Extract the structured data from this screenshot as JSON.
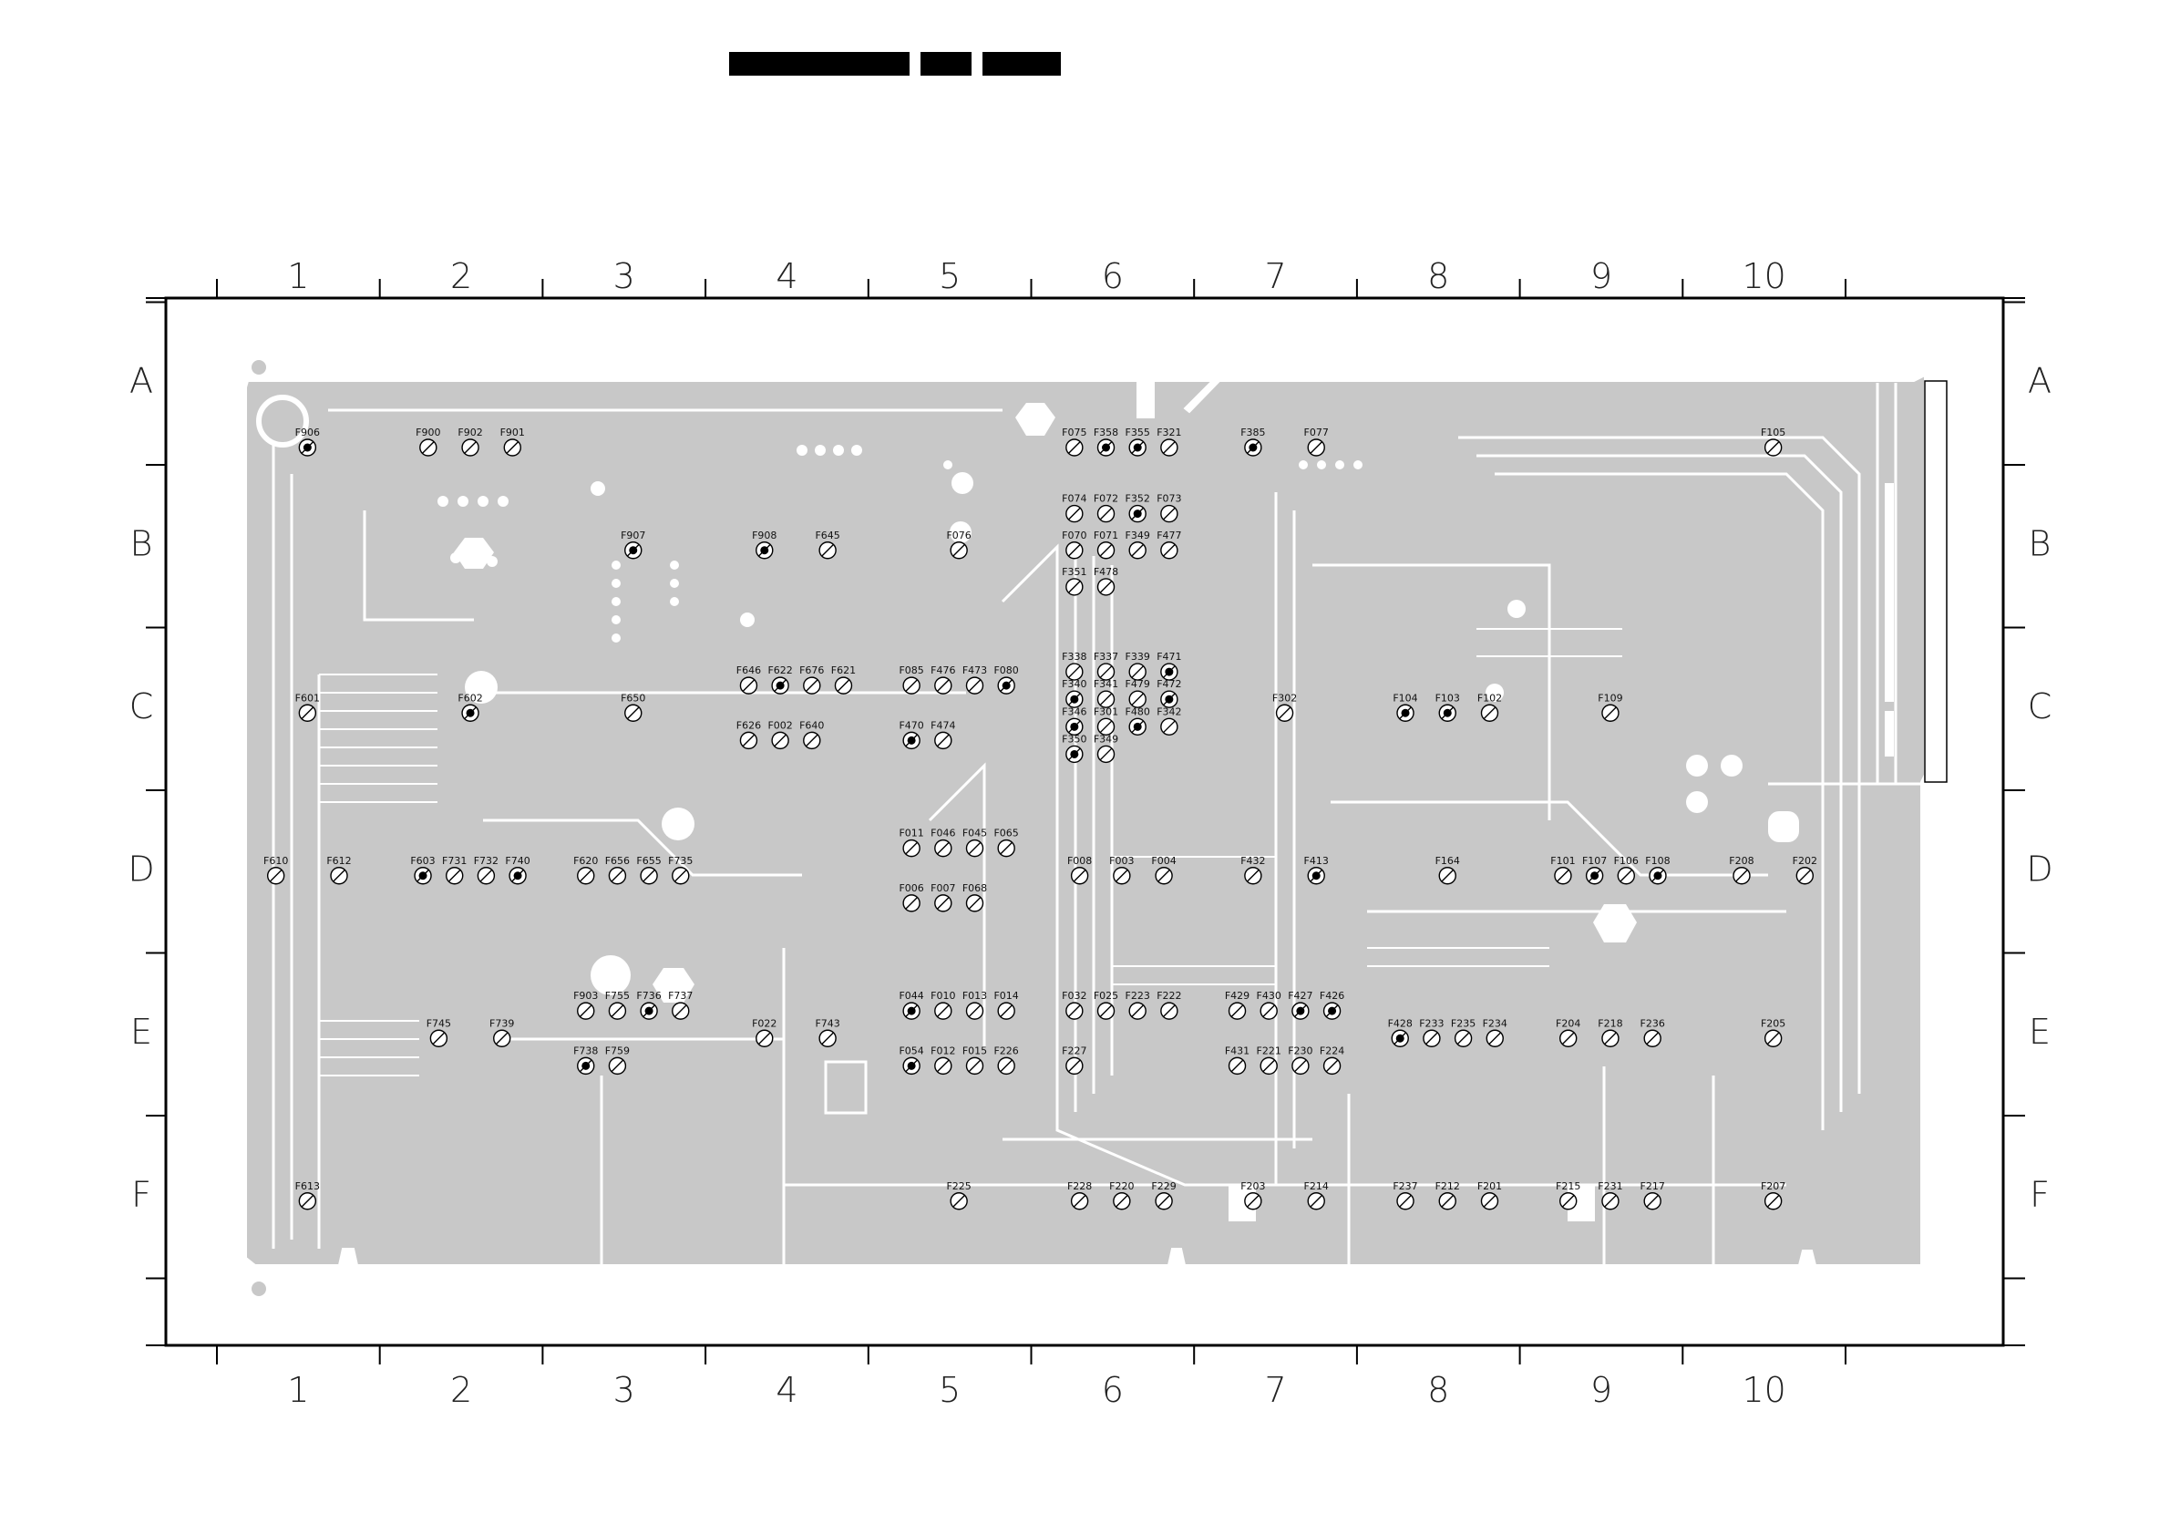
{
  "header": {
    "redaction_blocks": 3
  },
  "grid": {
    "columns": [
      "1",
      "2",
      "3",
      "4",
      "5",
      "6",
      "7",
      "8",
      "9",
      "10"
    ],
    "rows": [
      "A",
      "B",
      "C",
      "D",
      "E",
      "F"
    ]
  },
  "colors": {
    "board_fill": "#c8c8c8",
    "outline": "#000000",
    "background": "#ffffff",
    "marker_dot": "#000000"
  },
  "test_points": [
    {
      "label": "F900",
      "col": 2,
      "row": "A",
      "filled": false
    },
    {
      "label": "F902",
      "col": 2,
      "row": "A",
      "filled": false
    },
    {
      "label": "F901",
      "col": 2,
      "row": "A",
      "filled": false
    },
    {
      "label": "F906",
      "col": 1,
      "row": "A",
      "filled": true
    },
    {
      "label": "F907",
      "col": 3,
      "row": "B",
      "filled": true
    },
    {
      "label": "F908",
      "col": 4,
      "row": "B",
      "filled": true
    },
    {
      "label": "F385",
      "col": 7,
      "row": "A",
      "filled": true
    },
    {
      "label": "F105",
      "col": 10,
      "row": "A",
      "filled": false
    },
    {
      "label": "F075",
      "col": 6,
      "row": "A",
      "filled": false
    },
    {
      "label": "F358",
      "col": 6,
      "row": "A",
      "filled": true
    },
    {
      "label": "F355",
      "col": 6,
      "row": "A",
      "filled": true
    },
    {
      "label": "F321",
      "col": 6,
      "row": "A",
      "filled": false
    },
    {
      "label": "F077",
      "col": 7,
      "row": "A",
      "filled": false
    },
    {
      "label": "F074",
      "col": 6,
      "row": "B",
      "filled": false
    },
    {
      "label": "F072",
      "col": 6,
      "row": "B",
      "filled": false
    },
    {
      "label": "F352",
      "col": 6,
      "row": "B",
      "filled": true
    },
    {
      "label": "F073",
      "col": 6,
      "row": "B",
      "filled": false
    },
    {
      "label": "F070",
      "col": 6,
      "row": "B",
      "filled": false
    },
    {
      "label": "F071",
      "col": 6,
      "row": "B",
      "filled": false
    },
    {
      "label": "F349",
      "col": 6,
      "row": "B",
      "filled": false
    },
    {
      "label": "F477",
      "col": 6,
      "row": "B",
      "filled": false
    },
    {
      "label": "F351",
      "col": 6,
      "row": "B",
      "filled": false
    },
    {
      "label": "F076",
      "col": 5,
      "row": "B",
      "filled": false
    },
    {
      "label": "F478",
      "col": 6,
      "row": "B",
      "filled": false
    },
    {
      "label": "F645",
      "col": 4,
      "row": "B",
      "filled": false
    },
    {
      "label": "F646",
      "col": 4,
      "row": "C",
      "filled": false
    },
    {
      "label": "F085",
      "col": 5,
      "row": "C",
      "filled": false
    },
    {
      "label": "F476",
      "col": 5,
      "row": "C",
      "filled": false
    },
    {
      "label": "F338",
      "col": 6,
      "row": "C",
      "filled": false
    },
    {
      "label": "F302",
      "col": 7,
      "row": "C",
      "filled": false
    },
    {
      "label": "F337",
      "col": 6,
      "row": "C",
      "filled": false
    },
    {
      "label": "F339",
      "col": 6,
      "row": "C",
      "filled": false
    },
    {
      "label": "F622",
      "col": 4,
      "row": "C",
      "filled": true
    },
    {
      "label": "F676",
      "col": 4,
      "row": "C",
      "filled": false
    },
    {
      "label": "F473",
      "col": 5,
      "row": "C",
      "filled": false
    },
    {
      "label": "F471",
      "col": 6,
      "row": "C",
      "filled": true
    },
    {
      "label": "F340",
      "col": 6,
      "row": "C",
      "filled": true
    },
    {
      "label": "F341",
      "col": 6,
      "row": "C",
      "filled": false
    },
    {
      "label": "F104",
      "col": 8,
      "row": "C",
      "filled": true
    },
    {
      "label": "F103",
      "col": 8,
      "row": "C",
      "filled": true
    },
    {
      "label": "F109",
      "col": 9,
      "row": "C",
      "filled": false
    },
    {
      "label": "F601",
      "col": 1,
      "row": "C",
      "filled": false
    },
    {
      "label": "F602",
      "col": 2,
      "row": "C",
      "filled": true
    },
    {
      "label": "F650",
      "col": 3,
      "row": "C",
      "filled": false
    },
    {
      "label": "F621",
      "col": 4,
      "row": "C",
      "filled": false
    },
    {
      "label": "F626",
      "col": 4,
      "row": "C",
      "filled": false
    },
    {
      "label": "F002",
      "col": 4,
      "row": "C",
      "filled": false
    },
    {
      "label": "F080",
      "col": 5,
      "row": "C",
      "filled": true
    },
    {
      "label": "F470",
      "col": 5,
      "row": "C",
      "filled": true
    },
    {
      "label": "F479",
      "col": 6,
      "row": "C",
      "filled": false
    },
    {
      "label": "F472",
      "col": 6,
      "row": "C",
      "filled": true
    },
    {
      "label": "F346",
      "col": 6,
      "row": "C",
      "filled": true
    },
    {
      "label": "F301",
      "col": 6,
      "row": "C",
      "filled": false
    },
    {
      "label": "F640",
      "col": 4,
      "row": "C",
      "filled": false
    },
    {
      "label": "F474",
      "col": 5,
      "row": "C",
      "filled": false
    },
    {
      "label": "F480",
      "col": 6,
      "row": "C",
      "filled": true
    },
    {
      "label": "F342",
      "col": 6,
      "row": "C",
      "filled": false
    },
    {
      "label": "F350",
      "col": 6,
      "row": "C",
      "filled": true
    },
    {
      "label": "F349",
      "col": 6,
      "row": "C",
      "filled": false
    },
    {
      "label": "F102",
      "col": 8,
      "row": "C",
      "filled": false
    },
    {
      "label": "F011",
      "col": 5,
      "row": "D",
      "filled": false
    },
    {
      "label": "F046",
      "col": 5,
      "row": "D",
      "filled": false
    },
    {
      "label": "F432",
      "col": 7,
      "row": "D",
      "filled": false
    },
    {
      "label": "F603",
      "col": 2,
      "row": "D",
      "filled": true
    },
    {
      "label": "F731",
      "col": 2,
      "row": "D",
      "filled": false
    },
    {
      "label": "F620",
      "col": 3,
      "row": "D",
      "filled": false
    },
    {
      "label": "F045",
      "col": 5,
      "row": "D",
      "filled": false
    },
    {
      "label": "F065",
      "col": 5,
      "row": "D",
      "filled": false
    },
    {
      "label": "F008",
      "col": 6,
      "row": "D",
      "filled": false
    },
    {
      "label": "F610",
      "col": 1,
      "row": "D",
      "filled": false
    },
    {
      "label": "F656",
      "col": 3,
      "row": "D",
      "filled": false
    },
    {
      "label": "F413",
      "col": 7,
      "row": "D",
      "filled": true
    },
    {
      "label": "F164",
      "col": 8,
      "row": "D",
      "filled": false
    },
    {
      "label": "F101",
      "col": 9,
      "row": "D",
      "filled": false
    },
    {
      "label": "F006",
      "col": 5,
      "row": "D",
      "filled": false
    },
    {
      "label": "F107",
      "col": 9,
      "row": "D",
      "filled": true
    },
    {
      "label": "F612",
      "col": 1,
      "row": "D",
      "filled": false
    },
    {
      "label": "F732",
      "col": 2,
      "row": "D",
      "filled": false
    },
    {
      "label": "F740",
      "col": 2,
      "row": "D",
      "filled": true
    },
    {
      "label": "F655",
      "col": 3,
      "row": "D",
      "filled": false
    },
    {
      "label": "F007",
      "col": 5,
      "row": "D",
      "filled": false
    },
    {
      "label": "F106",
      "col": 9,
      "row": "D",
      "filled": false
    },
    {
      "label": "F108",
      "col": 9,
      "row": "D",
      "filled": true
    },
    {
      "label": "F735",
      "col": 3,
      "row": "D",
      "filled": false
    },
    {
      "label": "F003",
      "col": 6,
      "row": "D",
      "filled": false
    },
    {
      "label": "F004",
      "col": 6,
      "row": "D",
      "filled": false
    },
    {
      "label": "F208",
      "col": 10,
      "row": "D",
      "filled": false
    },
    {
      "label": "F202",
      "col": 10,
      "row": "D",
      "filled": false
    },
    {
      "label": "F068",
      "col": 5,
      "row": "D",
      "filled": false
    },
    {
      "label": "F204",
      "col": 9,
      "row": "E",
      "filled": false
    },
    {
      "label": "F745",
      "col": 2,
      "row": "E",
      "filled": false
    },
    {
      "label": "F903",
      "col": 3,
      "row": "E",
      "filled": false
    },
    {
      "label": "F044",
      "col": 5,
      "row": "E",
      "filled": true
    },
    {
      "label": "F010",
      "col": 5,
      "row": "E",
      "filled": false
    },
    {
      "label": "F429",
      "col": 7,
      "row": "E",
      "filled": false
    },
    {
      "label": "F022",
      "col": 4,
      "row": "E",
      "filled": false
    },
    {
      "label": "F013",
      "col": 5,
      "row": "E",
      "filled": false
    },
    {
      "label": "F014",
      "col": 5,
      "row": "E",
      "filled": false
    },
    {
      "label": "F032",
      "col": 6,
      "row": "E",
      "filled": false
    },
    {
      "label": "F430",
      "col": 7,
      "row": "E",
      "filled": false
    },
    {
      "label": "F427",
      "col": 7,
      "row": "E",
      "filled": true
    },
    {
      "label": "F428",
      "col": 8,
      "row": "E",
      "filled": true
    },
    {
      "label": "F054",
      "col": 5,
      "row": "E",
      "filled": true
    },
    {
      "label": "F012",
      "col": 5,
      "row": "E",
      "filled": false
    },
    {
      "label": "F426",
      "col": 7,
      "row": "E",
      "filled": true
    },
    {
      "label": "F431",
      "col": 7,
      "row": "E",
      "filled": false
    },
    {
      "label": "F755",
      "col": 3,
      "row": "E",
      "filled": false
    },
    {
      "label": "F015",
      "col": 5,
      "row": "E",
      "filled": false
    },
    {
      "label": "F025",
      "col": 6,
      "row": "E",
      "filled": false
    },
    {
      "label": "F739",
      "col": 2,
      "row": "E",
      "filled": false
    },
    {
      "label": "F743",
      "col": 4,
      "row": "E",
      "filled": false
    },
    {
      "label": "F205",
      "col": 10,
      "row": "E",
      "filled": false
    },
    {
      "label": "F736",
      "col": 3,
      "row": "E",
      "filled": true
    },
    {
      "label": "F737",
      "col": 3,
      "row": "E",
      "filled": false
    },
    {
      "label": "F738",
      "col": 3,
      "row": "E",
      "filled": true
    },
    {
      "label": "F759",
      "col": 3,
      "row": "E",
      "filled": false
    },
    {
      "label": "F226",
      "col": 5,
      "row": "E",
      "filled": false
    },
    {
      "label": "F223",
      "col": 6,
      "row": "E",
      "filled": false
    },
    {
      "label": "F222",
      "col": 6,
      "row": "E",
      "filled": false
    },
    {
      "label": "F221",
      "col": 7,
      "row": "E",
      "filled": false
    },
    {
      "label": "F230",
      "col": 7,
      "row": "E",
      "filled": false
    },
    {
      "label": "F224",
      "col": 7,
      "row": "E",
      "filled": false
    },
    {
      "label": "F218",
      "col": 9,
      "row": "E",
      "filled": false
    },
    {
      "label": "F227",
      "col": 6,
      "row": "E",
      "filled": false
    },
    {
      "label": "F233",
      "col": 8,
      "row": "E",
      "filled": false
    },
    {
      "label": "F235",
      "col": 8,
      "row": "E",
      "filled": false
    },
    {
      "label": "F236",
      "col": 9,
      "row": "E",
      "filled": false
    },
    {
      "label": "F234",
      "col": 8,
      "row": "E",
      "filled": false
    },
    {
      "label": "F225",
      "col": 5,
      "row": "F",
      "filled": false
    },
    {
      "label": "F228",
      "col": 6,
      "row": "F",
      "filled": false
    },
    {
      "label": "F237",
      "col": 8,
      "row": "F",
      "filled": false
    },
    {
      "label": "F215",
      "col": 9,
      "row": "F",
      "filled": false
    },
    {
      "label": "F207",
      "col": 10,
      "row": "F",
      "filled": false
    },
    {
      "label": "F220",
      "col": 6,
      "row": "F",
      "filled": false
    },
    {
      "label": "F212",
      "col": 8,
      "row": "F",
      "filled": false
    },
    {
      "label": "F231",
      "col": 9,
      "row": "F",
      "filled": false
    },
    {
      "label": "F613",
      "col": 1,
      "row": "F",
      "filled": false
    },
    {
      "label": "F203",
      "col": 7,
      "row": "F",
      "filled": false
    },
    {
      "label": "F201",
      "col": 8,
      "row": "F",
      "filled": false
    },
    {
      "label": "F217",
      "col": 9,
      "row": "F",
      "filled": false
    },
    {
      "label": "F214",
      "col": 7,
      "row": "F",
      "filled": false
    },
    {
      "label": "F229",
      "col": 6,
      "row": "F",
      "filled": false
    }
  ]
}
